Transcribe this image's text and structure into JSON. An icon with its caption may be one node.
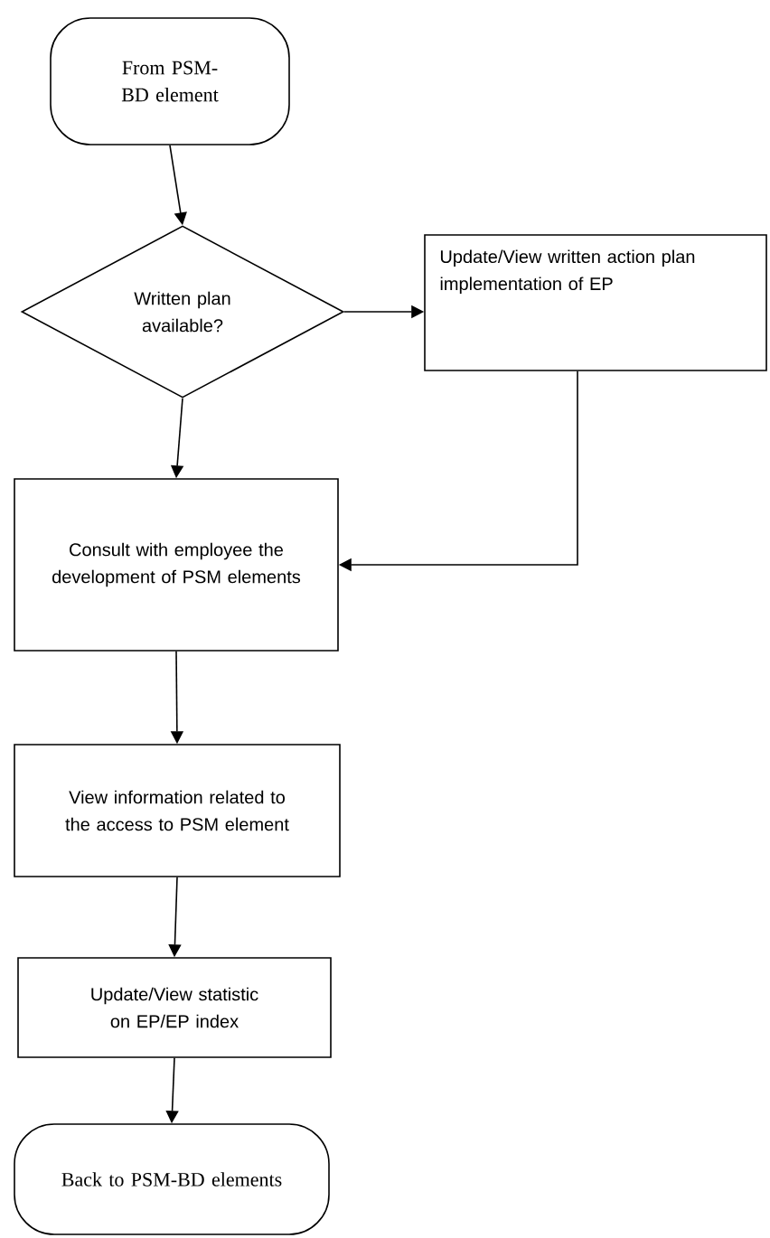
{
  "diagram": {
    "nodes": [
      {
        "text": [
          "From PSM-BD element"
        ]
      },
      {
        "text": [
          "Written plan available?"
        ]
      },
      {
        "text": [
          "Update/View written action plan implementation of EP"
        ]
      },
      {
        "text": [
          "Consult with employee the development of PSM elements"
        ]
      },
      {
        "text": [
          "View information related to the access to PSM element"
        ]
      },
      {
        "text": [
          "Update/View statistic on EP/EP index"
        ]
      },
      {
        "text": [
          "Back to PSM-BD elements"
        ]
      }
    ],
    "edges": [
      {
        "from": 0,
        "to": 1,
        "arrow": "to"
      },
      {
        "from": 1,
        "to": 2,
        "arrow": "to"
      },
      {
        "from": 1,
        "to": 3,
        "arrow": "to"
      },
      {
        "from": 2,
        "to": 3,
        "arrow": "to"
      },
      {
        "from": 3,
        "to": 4,
        "arrow": "to"
      },
      {
        "from": 4,
        "to": 5,
        "arrow": "to"
      },
      {
        "from": 5,
        "to": 6,
        "arrow": "to"
      }
    ]
  }
}
